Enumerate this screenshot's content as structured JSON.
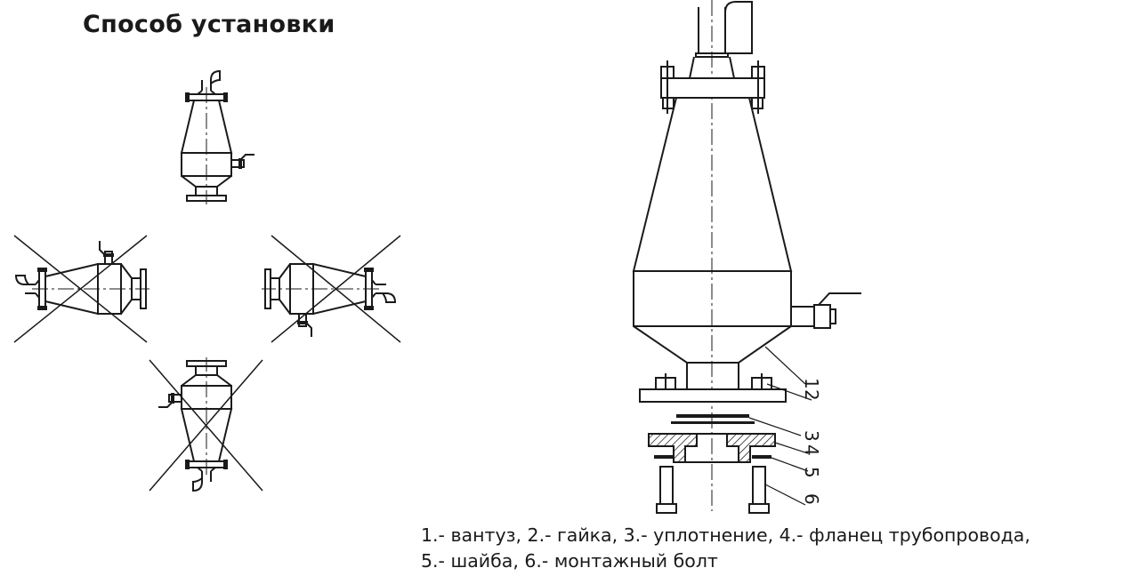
{
  "title": "Способ установки",
  "part_numbers": [
    "1",
    "2",
    "3",
    "4",
    "5",
    "6"
  ],
  "caption": {
    "line1": "1.- вантуз, 2.- гайка, 3.- уплотнение, 4.- фланец трубопровода,",
    "line2": "5.- шайба, 6.- монтажный болт"
  }
}
